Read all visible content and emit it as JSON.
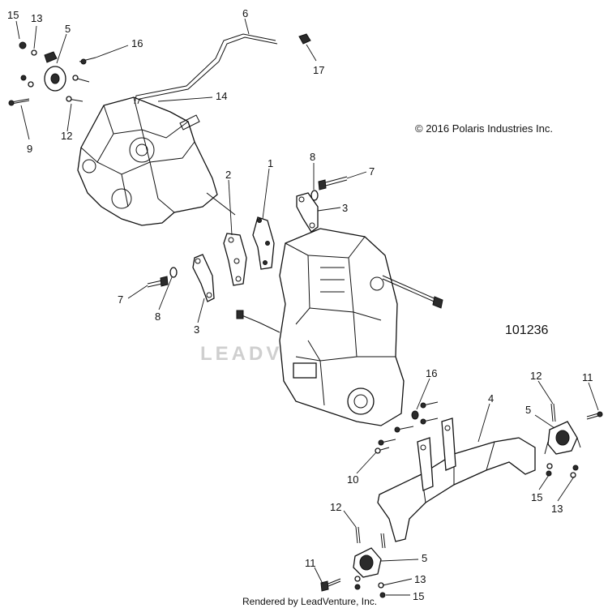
{
  "copyright": "© 2016 Polaris Industries Inc.",
  "diagram_number": "101236",
  "watermark": "LEADVENTURE",
  "footer": "Rendered by LeadVenture, Inc.",
  "callouts": {
    "c15_top": "15",
    "c13_top": "13",
    "c5_top": "5",
    "c16_top": "16",
    "c6": "6",
    "c17": "17",
    "c14": "14",
    "c9": "9",
    "c12_left": "12",
    "c8_right": "8",
    "c7_right": "7",
    "c2": "2",
    "c1": "1",
    "c3_right": "3",
    "c7_left": "7",
    "c8_left": "8",
    "c3_left": "3",
    "c16_mid": "16",
    "c10": "10",
    "c4": "4",
    "c12_right": "12",
    "c11_right": "11",
    "c5_right": "5",
    "c15_right": "15",
    "c13_right": "13",
    "c12_bottom": "12",
    "c11_bottom": "11",
    "c5_bottom": "5",
    "c13_bottom": "13",
    "c15_bottom": "15"
  }
}
